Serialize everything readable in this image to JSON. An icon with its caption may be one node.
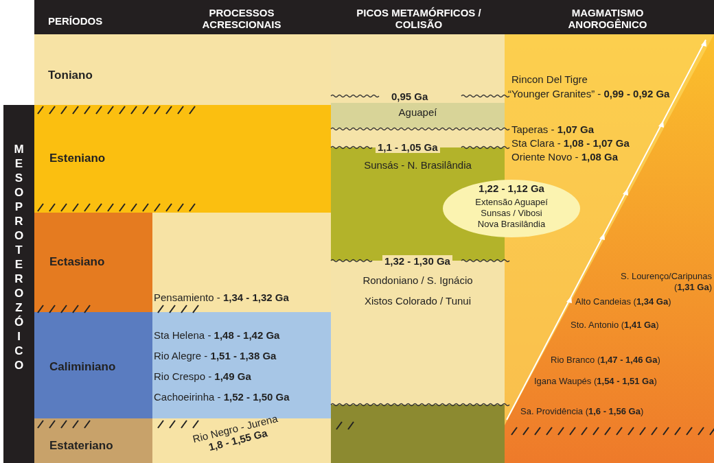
{
  "diagram": {
    "nodes": [
      {
        "text": [
          "Toniano"
        ]
      },
      {
        "text": [
          "Esteniano"
        ]
      },
      {
        "text": [
          "Ectasiano"
        ]
      },
      {
        "text": [
          "Caliminiano"
        ]
      },
      {
        "text": [
          "Estateriano"
        ]
      },
      {
        "text": [
          "MESOPROTEROZÓICO"
        ]
      },
      {
        "text": [
          "Pensamiento - **1,34 - 1,32 Ga**"
        ]
      },
      {
        "text": [
          "Sta Helena - **1,48 - 1,42 Ga**",
          "Rio Alegre - **1,51 - 1,38 Ga**",
          "Rio Crespo - **1,49 Ga**",
          "Cachoeirinha - **1,52 - 1,50 Ga**"
        ]
      },
      {
        "text": [
          "Rio Negro - Jurena **1,8 - 1,55 Ga**"
        ]
      },
      {
        "text": [
          "0,95 Ga",
          "Aguapeí"
        ]
      },
      {
        "text": [
          "1,1 - 1,05 Ga",
          "Sunsás - N. Brasilândia"
        ]
      },
      {
        "text": [
          "1,32 - 1,30 Ga",
          "Rondoniano / S. Ignácio",
          "Xistos Colorado / Tunui"
        ]
      },
      {
        "text": [],
        "shape": "box"
      },
      {
        "text": [
          "1,22 - 1,12 Ga",
          "Extensão Aguapeí",
          "Sunsas / Vibosi",
          "Nova Brasilândia"
        ]
      },
      {
        "text": [],
        "shape": "box"
      }
    ],
    "labels": [
      "PERÍODOS",
      "PROCESSOS ACRESCIONAIS",
      "PICOS METAMÓRFICOS / COLISÃO",
      "MAGMATISMO ANOROGÊNICO",
      "Rincon Del Tigre",
      "“Younger Granites” - **0,99 - 0,92 Ga**",
      "Taperas - **1,07 Ga**",
      "Sta Clara - **1,08 - 1,07 Ga**",
      "Oriente Novo - **1,08 Ga**",
      "S. Lourenço/Caripunas (**1,31 Ga**)",
      "Alto Candeias (**1,34 Ga**)",
      "Sto. Antonio (**1,41 Ga**)",
      "Rio Branco (**1,47 - 1,46 Ga**)",
      "Igana Waupés (**1,54 - 1,51 Ga**)",
      "Sa. Providência (**1,6 - 1,56 Ga**)"
    ]
  }
}
